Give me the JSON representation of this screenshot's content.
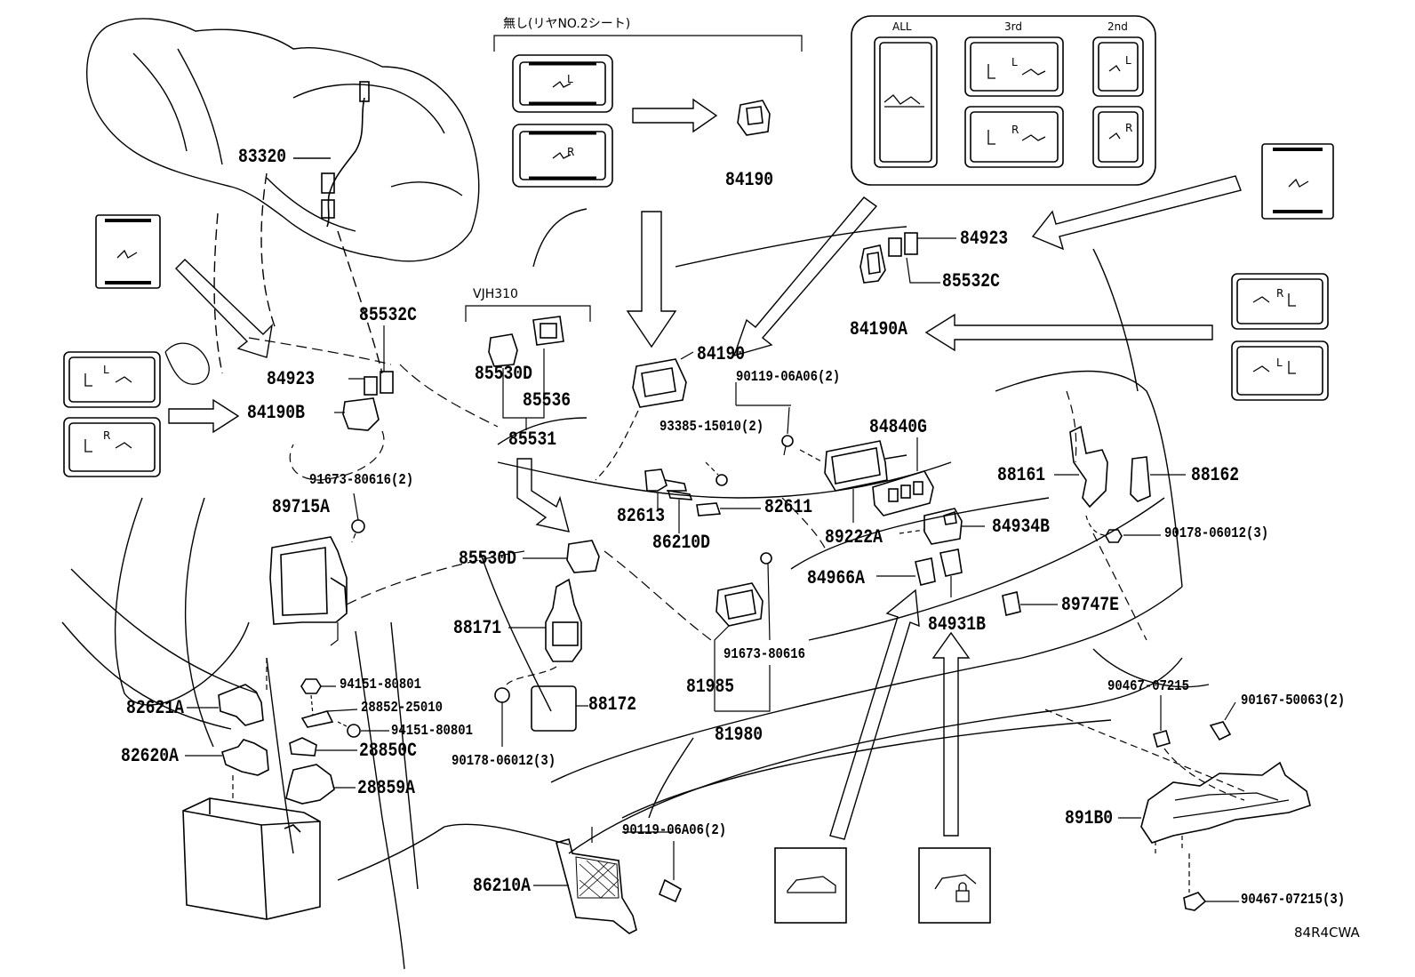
{
  "diagram_code": "84R4CWA",
  "group_no_rear2_seat": "無し(リヤNO.2シート)",
  "group_vjh310": "VJH310",
  "panel_headers": {
    "all": "ALL",
    "third": "3rd",
    "second": "2nd"
  },
  "switch_letters": {
    "left": "L",
    "right": "R"
  },
  "parts": {
    "p83320": "83320",
    "p84190_top": "84190",
    "p84923_right": "84923",
    "p85532C_right": "85532C",
    "p84190A": "84190A",
    "p85532C_left": "85532C",
    "p84923_left": "84923",
    "p84190B": "84190B",
    "p85530D_top": "85530D",
    "p85536": "85536",
    "p85531": "85531",
    "p84190_mid": "84190",
    "p90119_top": "90119-06A06(2)",
    "p93385": "93385-15010(2)",
    "p84840G": "84840G",
    "p91673_2": "91673-80616(2)",
    "p89715A": "89715A",
    "p82613": "82613",
    "p82611": "82611",
    "p86210D": "86210D",
    "p88161": "88161",
    "p88162": "88162",
    "p89222A": "89222A",
    "p84934B": "84934B",
    "p90178_right": "90178-06012(3)",
    "p85530D_mid": "85530D",
    "p84966A": "84966A",
    "p88171": "88171",
    "p89747E": "89747E",
    "p84931B": "84931B",
    "p91673_1": "91673-80616",
    "p94151_a": "94151-80801",
    "p82621A": "82621A",
    "p28852": "28852-25010",
    "p94151_b": "94151-80801",
    "p81985": "81985",
    "p88172": "88172",
    "p90467_a": "90467-07215",
    "p90167": "90167-50063(2)",
    "p81980": "81980",
    "p82620A": "82620A",
    "p28850C": "28850C",
    "p90178_left": "90178-06012(3)",
    "p28859A": "28859A",
    "p891B0": "891B0",
    "p90119_bot": "90119-06A06(2)",
    "p86210A": "86210A",
    "p90467_b": "90467-07215(3)"
  }
}
